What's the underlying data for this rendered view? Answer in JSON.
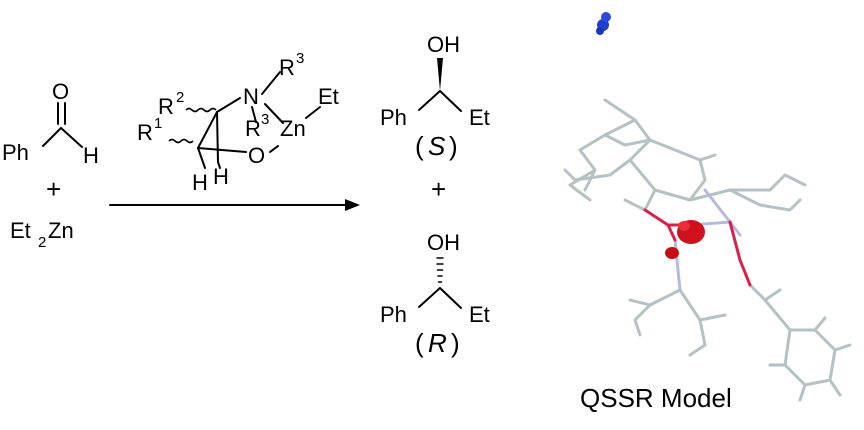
{
  "reactants": {
    "aldehyde": {
      "o": "O",
      "ph": "Ph",
      "h": "H"
    },
    "plus": "+",
    "diethylzinc": {
      "et": "Et",
      "sub2": "2",
      "zn": "Zn"
    }
  },
  "catalyst": {
    "r2": "R",
    "r2_sup": "2",
    "r1": "R",
    "r1_sup": "1",
    "n": "N",
    "r3a": "R",
    "r3a_sup": "3",
    "r3b": "R",
    "r3b_sup": "3",
    "zn": "Zn",
    "et": "Et",
    "o": "O",
    "h1": "H",
    "h2": "H"
  },
  "products": {
    "s": {
      "oh": "OH",
      "ph": "Ph",
      "et": "Et",
      "open": "(",
      "label": "S",
      "close": ")"
    },
    "plus": "+",
    "r": {
      "oh": "OH",
      "ph": "Ph",
      "et": "Et",
      "open": "(",
      "label": "R",
      "close": ")"
    }
  },
  "model": {
    "caption": "QSSR Model",
    "colors": {
      "carbon": "#b4c2c4",
      "nitrogen": "#b7b9e0",
      "oxygen": "#d8204a",
      "field_red": "#d0101c",
      "field_blue": "#1f3fd0"
    }
  }
}
